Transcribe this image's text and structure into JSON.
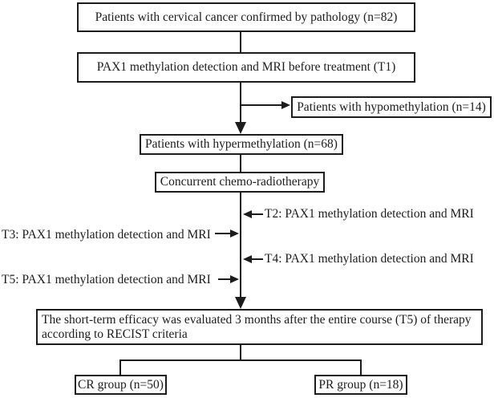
{
  "figure": {
    "background": "#ffffff",
    "line_color": "#1c1c1c",
    "text_color": "#1c1c1c",
    "boxes": {
      "pathology": "Patients with cervical cancer confirmed by pathology (n=82)",
      "baseline": "PAX1 methylation detection and MRI before treatment (T1)",
      "hypomethylation": "Patients with hypomethylation (n=14)",
      "hypermethylation": "Patients with hypermethylation (n=68)",
      "chemoradiotherapy": "Concurrent chemo-radiotherapy",
      "efficacy_line1": "The short-term efficacy was evaluated 3 months after the entire course (T5) of therapy",
      "efficacy_line2": "according to RECIST criteria",
      "cr_group": "CR group (n=50)",
      "pr_group": "PR group (n=18)"
    },
    "annotations": {
      "t2": "T2: PAX1 methylation detection and MRI",
      "t3": "T3: PAX1 methylation detection and MRI",
      "t4": "T4: PAX1 methylation detection and MRI",
      "t5": "T5: PAX1 methylation detection and MRI"
    }
  }
}
